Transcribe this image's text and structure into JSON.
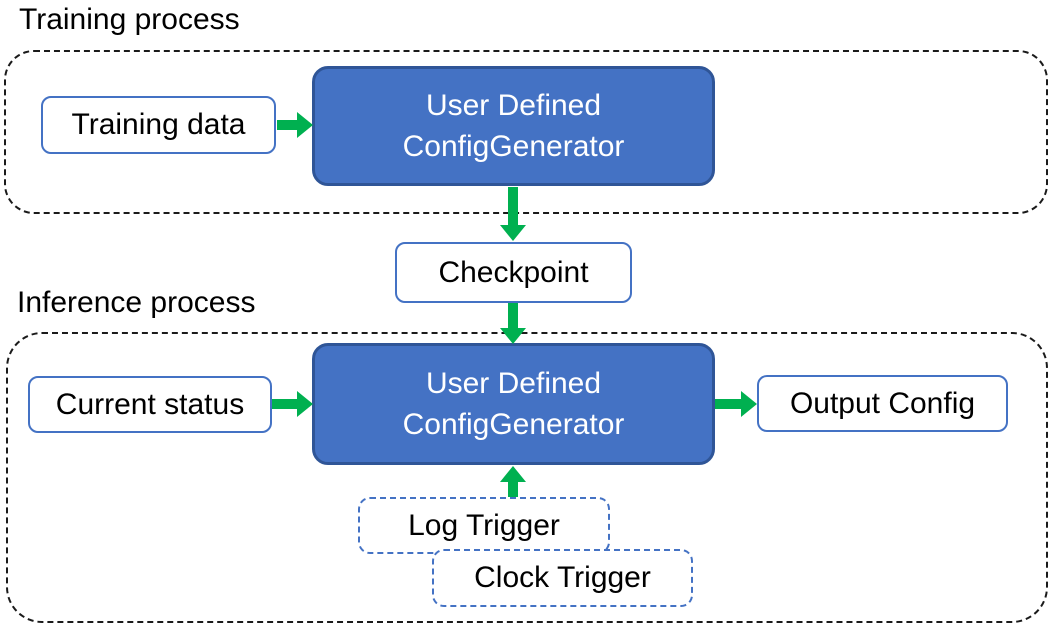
{
  "colors": {
    "generator_fill": "#4472C4",
    "generator_border": "#2F5597",
    "io_box_border": "#4472C4",
    "trigger_box_border": "#4472C4",
    "arrow_green": "#00B050",
    "container_dash": "#1a1a1a",
    "text_dark": "#000000",
    "text_light": "#FFFFFF"
  },
  "training_section": {
    "title": "Training process",
    "training_data_label": "Training data",
    "generator_line1": "User Defined",
    "generator_line2": "ConfigGenerator"
  },
  "checkpoint_label": "Checkpoint",
  "inference_section": {
    "title": "Inference process",
    "current_status_label": "Current status",
    "generator_line1": "User Defined",
    "generator_line2": "ConfigGenerator",
    "output_config_label": "Output Config",
    "log_trigger_label": "Log Trigger",
    "clock_trigger_label": "Clock Trigger"
  }
}
